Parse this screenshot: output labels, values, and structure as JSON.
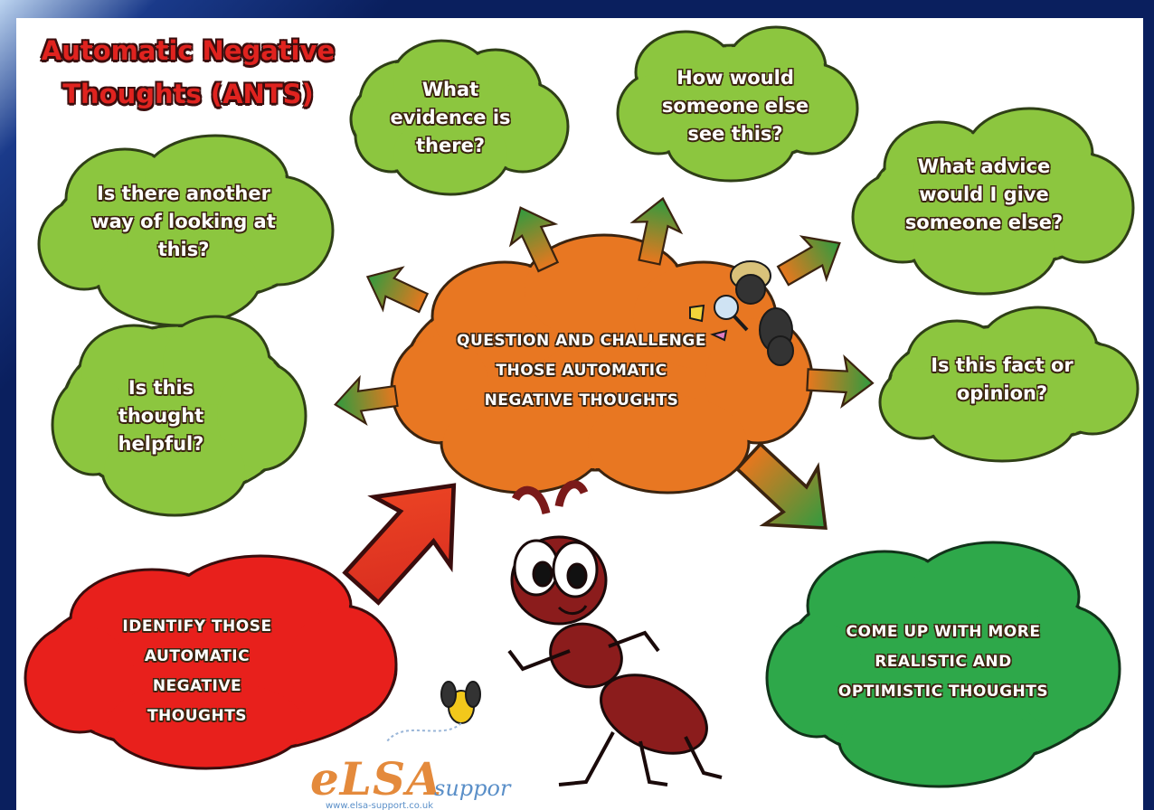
{
  "title": "Automatic Negative Thoughts (ANTS)",
  "center": "QUESTION AND CHALLENGE THOSE AUTOMATIC NEGATIVE THOUGHTS",
  "questions": {
    "evidence": "What evidence is there?",
    "someone_else": "How would someone else see this?",
    "advice": "What advice would I give someone else?",
    "another_way": "Is there another way of looking at this?",
    "fact_opinion": "Is this fact or opinion?",
    "helpful": "Is this thought helpful?"
  },
  "identify": "IDENTIFY THOSE AUTOMATIC NEGATIVE THOUGHTS",
  "come_up": "COME UP WITH MORE REALISTIC AND OPTIMISTIC THOUGHTS",
  "logo": {
    "name": "eLSA",
    "suffix": "suppor",
    "url": "www.elsa-support.co.uk"
  },
  "colors": {
    "question_cloud": "#8cc63f",
    "center_cloud": "#e87722",
    "identify_cloud": "#e8201c",
    "realistic_cloud": "#2ea84a",
    "title_red": "#e0231f",
    "frame_blue": "#0a1f5e"
  }
}
